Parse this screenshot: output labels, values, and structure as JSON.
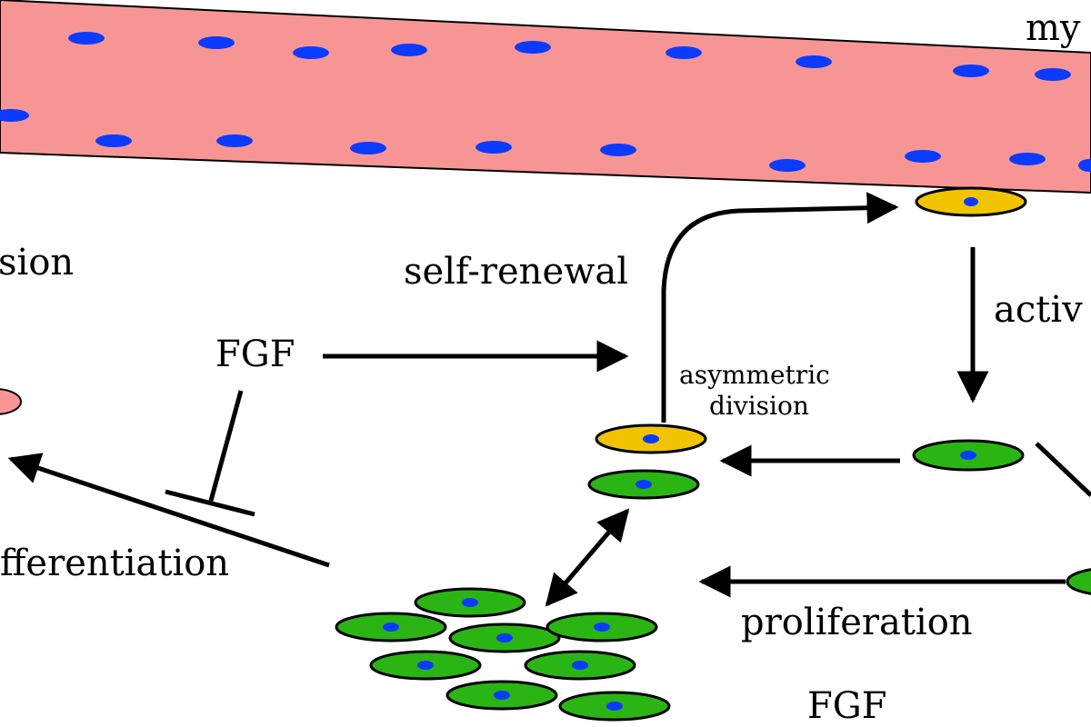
{
  "labels": {
    "myofiber": "my",
    "division": "sion",
    "self_renewal": "self-renewal",
    "activation": "activ",
    "fgf_left": "FGF",
    "asymmetric_line1": "asymmetric",
    "asymmetric_line2": "division",
    "differentiation": "fferentiation",
    "proliferation": "proliferation",
    "fgf_bottom": "FGF"
  },
  "colors": {
    "myofiber": "#f79595",
    "nucleus": "#0a3bff",
    "satellite_quiescent": "#f2c400",
    "satellite_activated": "#2ab514",
    "outline": "#000000"
  }
}
